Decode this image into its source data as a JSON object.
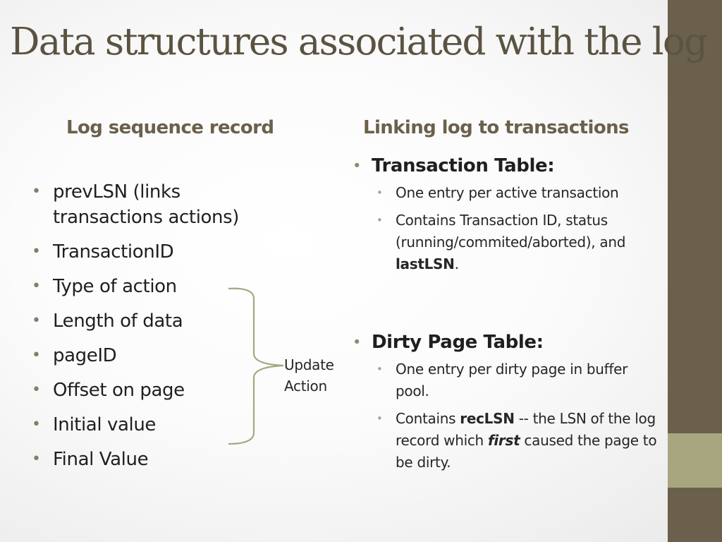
{
  "title": "Data structures associated with the log",
  "left_column": {
    "heading": "Log sequence record",
    "items": [
      "prevLSN (links transactions actions)",
      "TransactionID",
      "Type of action",
      "Length of data",
      "pageID",
      "Offset on page",
      "Initial value",
      "Final Value"
    ],
    "brace_label": "Update Action"
  },
  "right_column": {
    "heading": "Linking log to transactions",
    "transaction_table": {
      "label": "Transaction Table:",
      "sub1": "One entry per active transaction",
      "sub2_pre": "Contains Transaction ID, status (running/commited/aborted), and ",
      "sub2_bold": "lastLSN",
      "sub2_post": "."
    },
    "dirty_page_table": {
      "label": "Dirty Page Table:",
      "sub1": "One entry per dirty page in buffer pool.",
      "sub2_pre": "Contains ",
      "sub2_bold": "recLSN",
      "sub2_mid": " -- the LSN of the log record which ",
      "sub2_em": "first",
      "sub2_post": " caused the page to be dirty."
    }
  },
  "colors": {
    "accent_dark": "#6b604b",
    "accent_light": "#a8a67f",
    "title": "#5b5341"
  }
}
